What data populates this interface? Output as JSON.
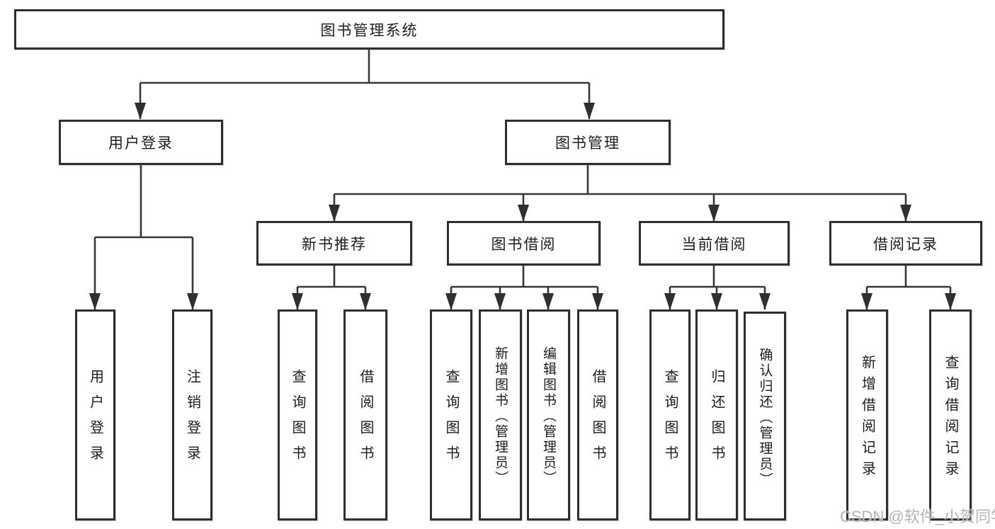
{
  "diagram": {
    "root": {
      "label": "图书管理系统"
    },
    "level2": [
      {
        "label": "用户登录"
      },
      {
        "label": "图书管理"
      }
    ],
    "level3": [
      {
        "label": "新书推荐"
      },
      {
        "label": "图书借阅"
      },
      {
        "label": "当前借阅"
      },
      {
        "label": "借阅记录"
      }
    ],
    "leaves": {
      "login_group": [
        {
          "label": "用户登录"
        },
        {
          "label": "注销登录"
        }
      ],
      "new_book_group": [
        {
          "label": "查询图书"
        },
        {
          "label": "借阅图书"
        }
      ],
      "borrow_group": [
        {
          "label": "查询图书"
        },
        {
          "label": "新增图书（管理员）"
        },
        {
          "label": "编辑图书（管理员）"
        },
        {
          "label": "借阅图书"
        }
      ],
      "current_group": [
        {
          "label": "查询图书"
        },
        {
          "label": "归还图书"
        },
        {
          "label": "确认归还（管理员）"
        }
      ],
      "record_group": [
        {
          "label": "新增借阅记录"
        },
        {
          "label": "查询借阅记录"
        }
      ]
    }
  },
  "watermark": {
    "text": "CSDN @软件_小贺同学"
  },
  "colors": {
    "background": "#ffffff",
    "line": "#383838",
    "box_border": "#2f2f2f",
    "text": "#1d1d1d",
    "watermark": "#b5b5b5"
  }
}
